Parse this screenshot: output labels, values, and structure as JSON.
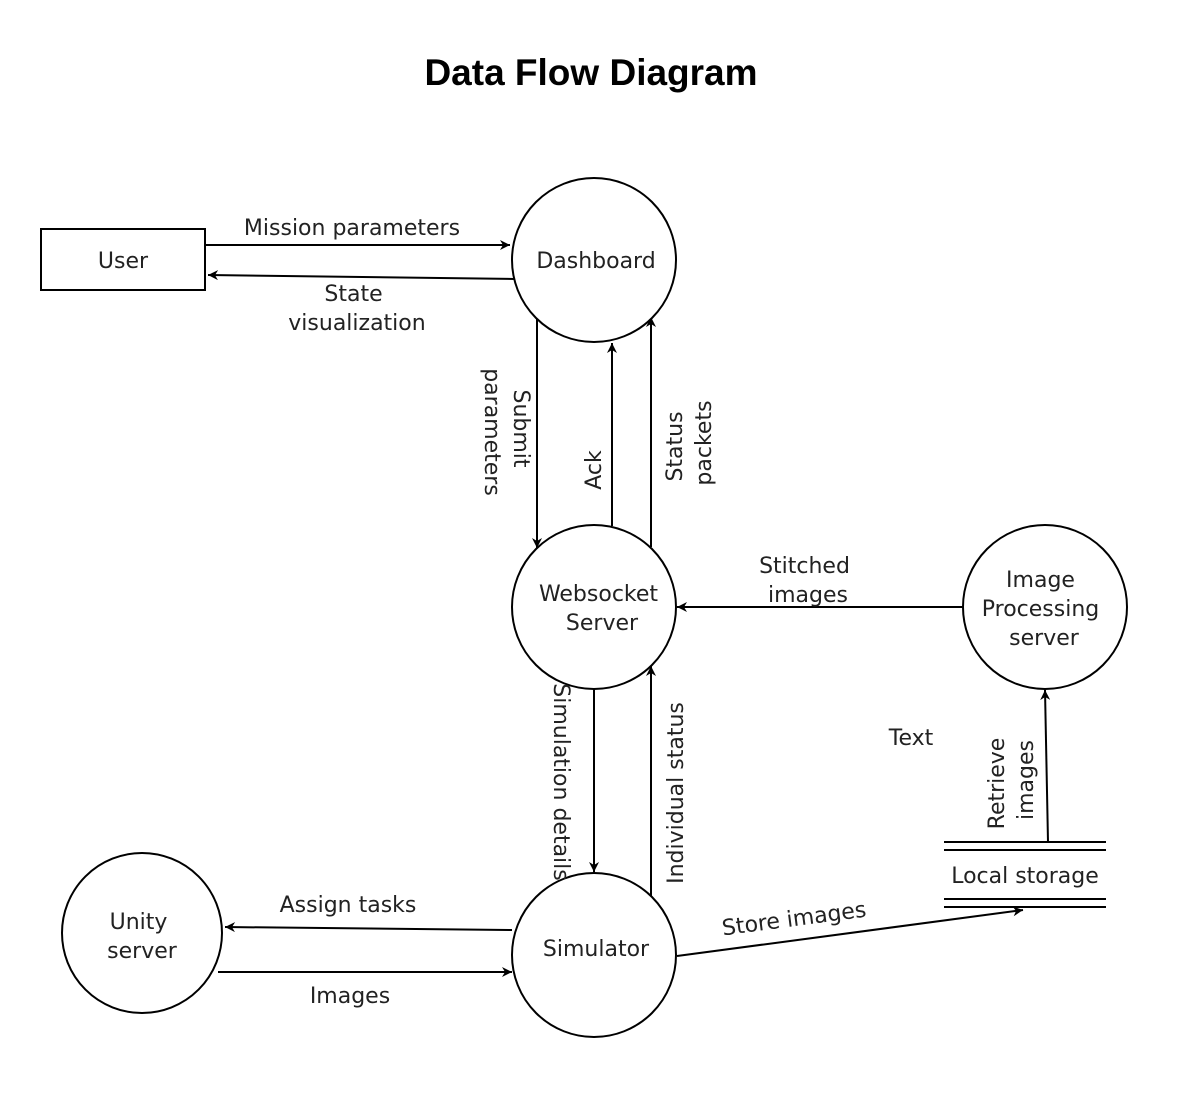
{
  "title": "Data Flow Diagram",
  "nodes": {
    "user": "User",
    "dashboard": "Dashboard",
    "websocket_server": [
      "Websocket",
      "Server"
    ],
    "image_processing_server": [
      "Image",
      "Processing",
      "server"
    ],
    "unity_server": [
      "Unity",
      "server"
    ],
    "simulator": "Simulator",
    "local_storage": "Local storage"
  },
  "flows": {
    "mission_parameters": "Mission parameters",
    "state_visualization": [
      "State",
      "visualization"
    ],
    "submit_parameters": [
      "Submit",
      "parameters"
    ],
    "ack": "Ack",
    "status_packets": [
      "Status",
      "packets"
    ],
    "stitched_images": [
      "Stitched",
      "images"
    ],
    "simulation_details": "Simulation details",
    "individual_status": "Individual status",
    "retrieve_images": [
      "Retrieve",
      "images"
    ],
    "assign_tasks": "Assign tasks",
    "images": "Images",
    "store_images": "Store images"
  },
  "annotations": {
    "text": "Text"
  },
  "colors": {
    "stroke": "#000000",
    "text": "#222222",
    "background": "#ffffff"
  }
}
